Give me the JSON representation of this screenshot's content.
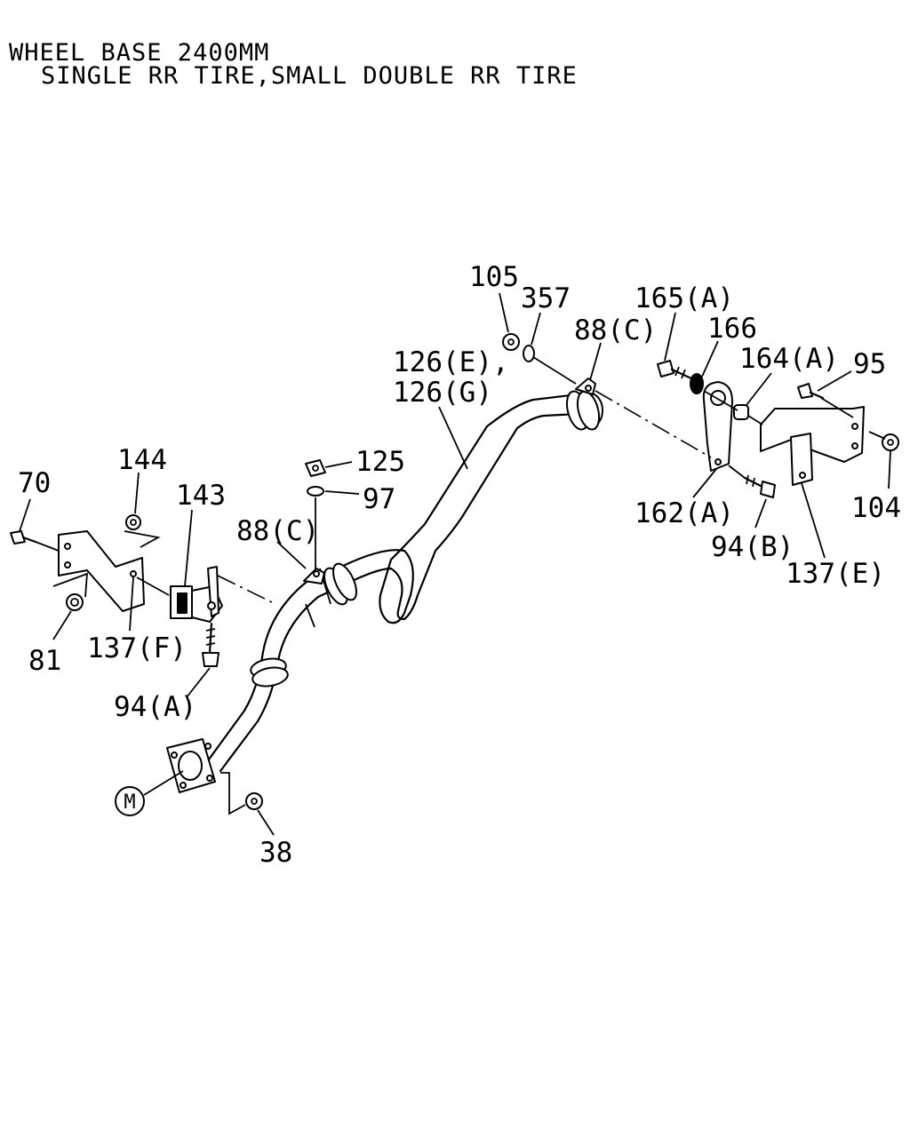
{
  "header": {
    "line1": "WHEEL BASE 2400MM",
    "line2": "SINGLE RR TIRE,SMALL DOUBLE RR TIRE"
  },
  "callouts": {
    "c105": "105",
    "c357": "357",
    "c88c_right": "88(C)",
    "c165a": "165(A)",
    "c166": "166",
    "c164a": "164(A)",
    "c95": "95",
    "c126e": "126(E),",
    "c126g": "126(G)",
    "c144": "144",
    "c70": "70",
    "c143": "143",
    "c125": "125",
    "c97": "97",
    "c88c_left": "88(C)",
    "c81": "81",
    "c137f": "137(F)",
    "c94a": "94(A)",
    "c162a": "162(A)",
    "c94b": "94(B)",
    "c137e": "137(E)",
    "c104": "104",
    "c38": "38",
    "marker_m": "M"
  }
}
